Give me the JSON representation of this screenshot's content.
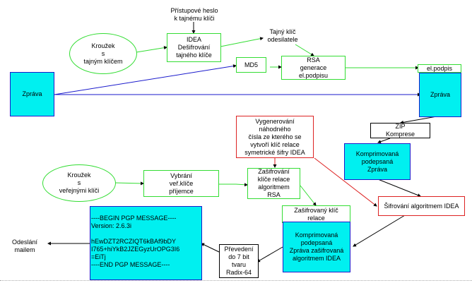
{
  "diagram": {
    "title": "PGP sending process",
    "nodes": {
      "ring_secret": [
        "Kroužek",
        "s",
        "tajným klíčem"
      ],
      "passphrase": [
        "Přístupové heslo",
        "k tajnému klíči"
      ],
      "idea_decrypt": [
        "IDEA",
        "Dešifrování",
        "tajného klíče"
      ],
      "secret_key": [
        "Tajný klíč",
        "odesilatele"
      ],
      "md5": [
        "MD5"
      ],
      "rsa_sign": [
        "RSA",
        "generace",
        "el.podpisu"
      ],
      "signature": [
        "el.podpis"
      ],
      "message_left": [
        "Zpráva"
      ],
      "message_right": [
        "Zpráva"
      ],
      "random": [
        "Vygenerování",
        "náhodného",
        "čísla ze kterého se",
        "vytvoří klíč relace",
        "symetrické šifry  IDEA"
      ],
      "zip": [
        "ZIP",
        "Komprese"
      ],
      "compressed": [
        "Komprimovaná",
        "podepsaná",
        "Zpráva"
      ],
      "ring_public": [
        "Kroužek",
        "s",
        "veřejnými klíči"
      ],
      "select_key": [
        "Vybrání",
        "veř.klíče",
        "příjemce"
      ],
      "rsa_encrypt": [
        "Zašifrování",
        "klíče relace",
        "algoritmem",
        "RSA"
      ],
      "idea_encrypt": [
        "Šifrování algoritmem IDEA"
      ],
      "encrypted_key": [
        "Zašifrovaný klíč",
        "relace"
      ],
      "encrypted_msg": [
        "Komprimovaná",
        "podepsaná",
        "Zpráva zašifrovaná",
        "algoritmem IDEA"
      ],
      "radix": [
        "Převedení",
        "do 7 bit",
        "tvaru",
        "Radix-64"
      ],
      "pgp_message": [
        "----BEGIN PGP MESSAGE----",
        "Version: 2.6.3i",
        "",
        "hEwDZT2RCZIQT6kBAf9bDY",
        "I765+hiYkB2JZEGyzUrOPG3I6",
        "=EiTj",
        "----END PGP MESSAGE----"
      ],
      "send": [
        "Odeslání",
        "mailem"
      ]
    },
    "colors": {
      "green": "#33dd33",
      "red": "#dd2222",
      "blue": "#1a1acc",
      "cyan": "#00f0f0",
      "black": "#000000"
    }
  }
}
